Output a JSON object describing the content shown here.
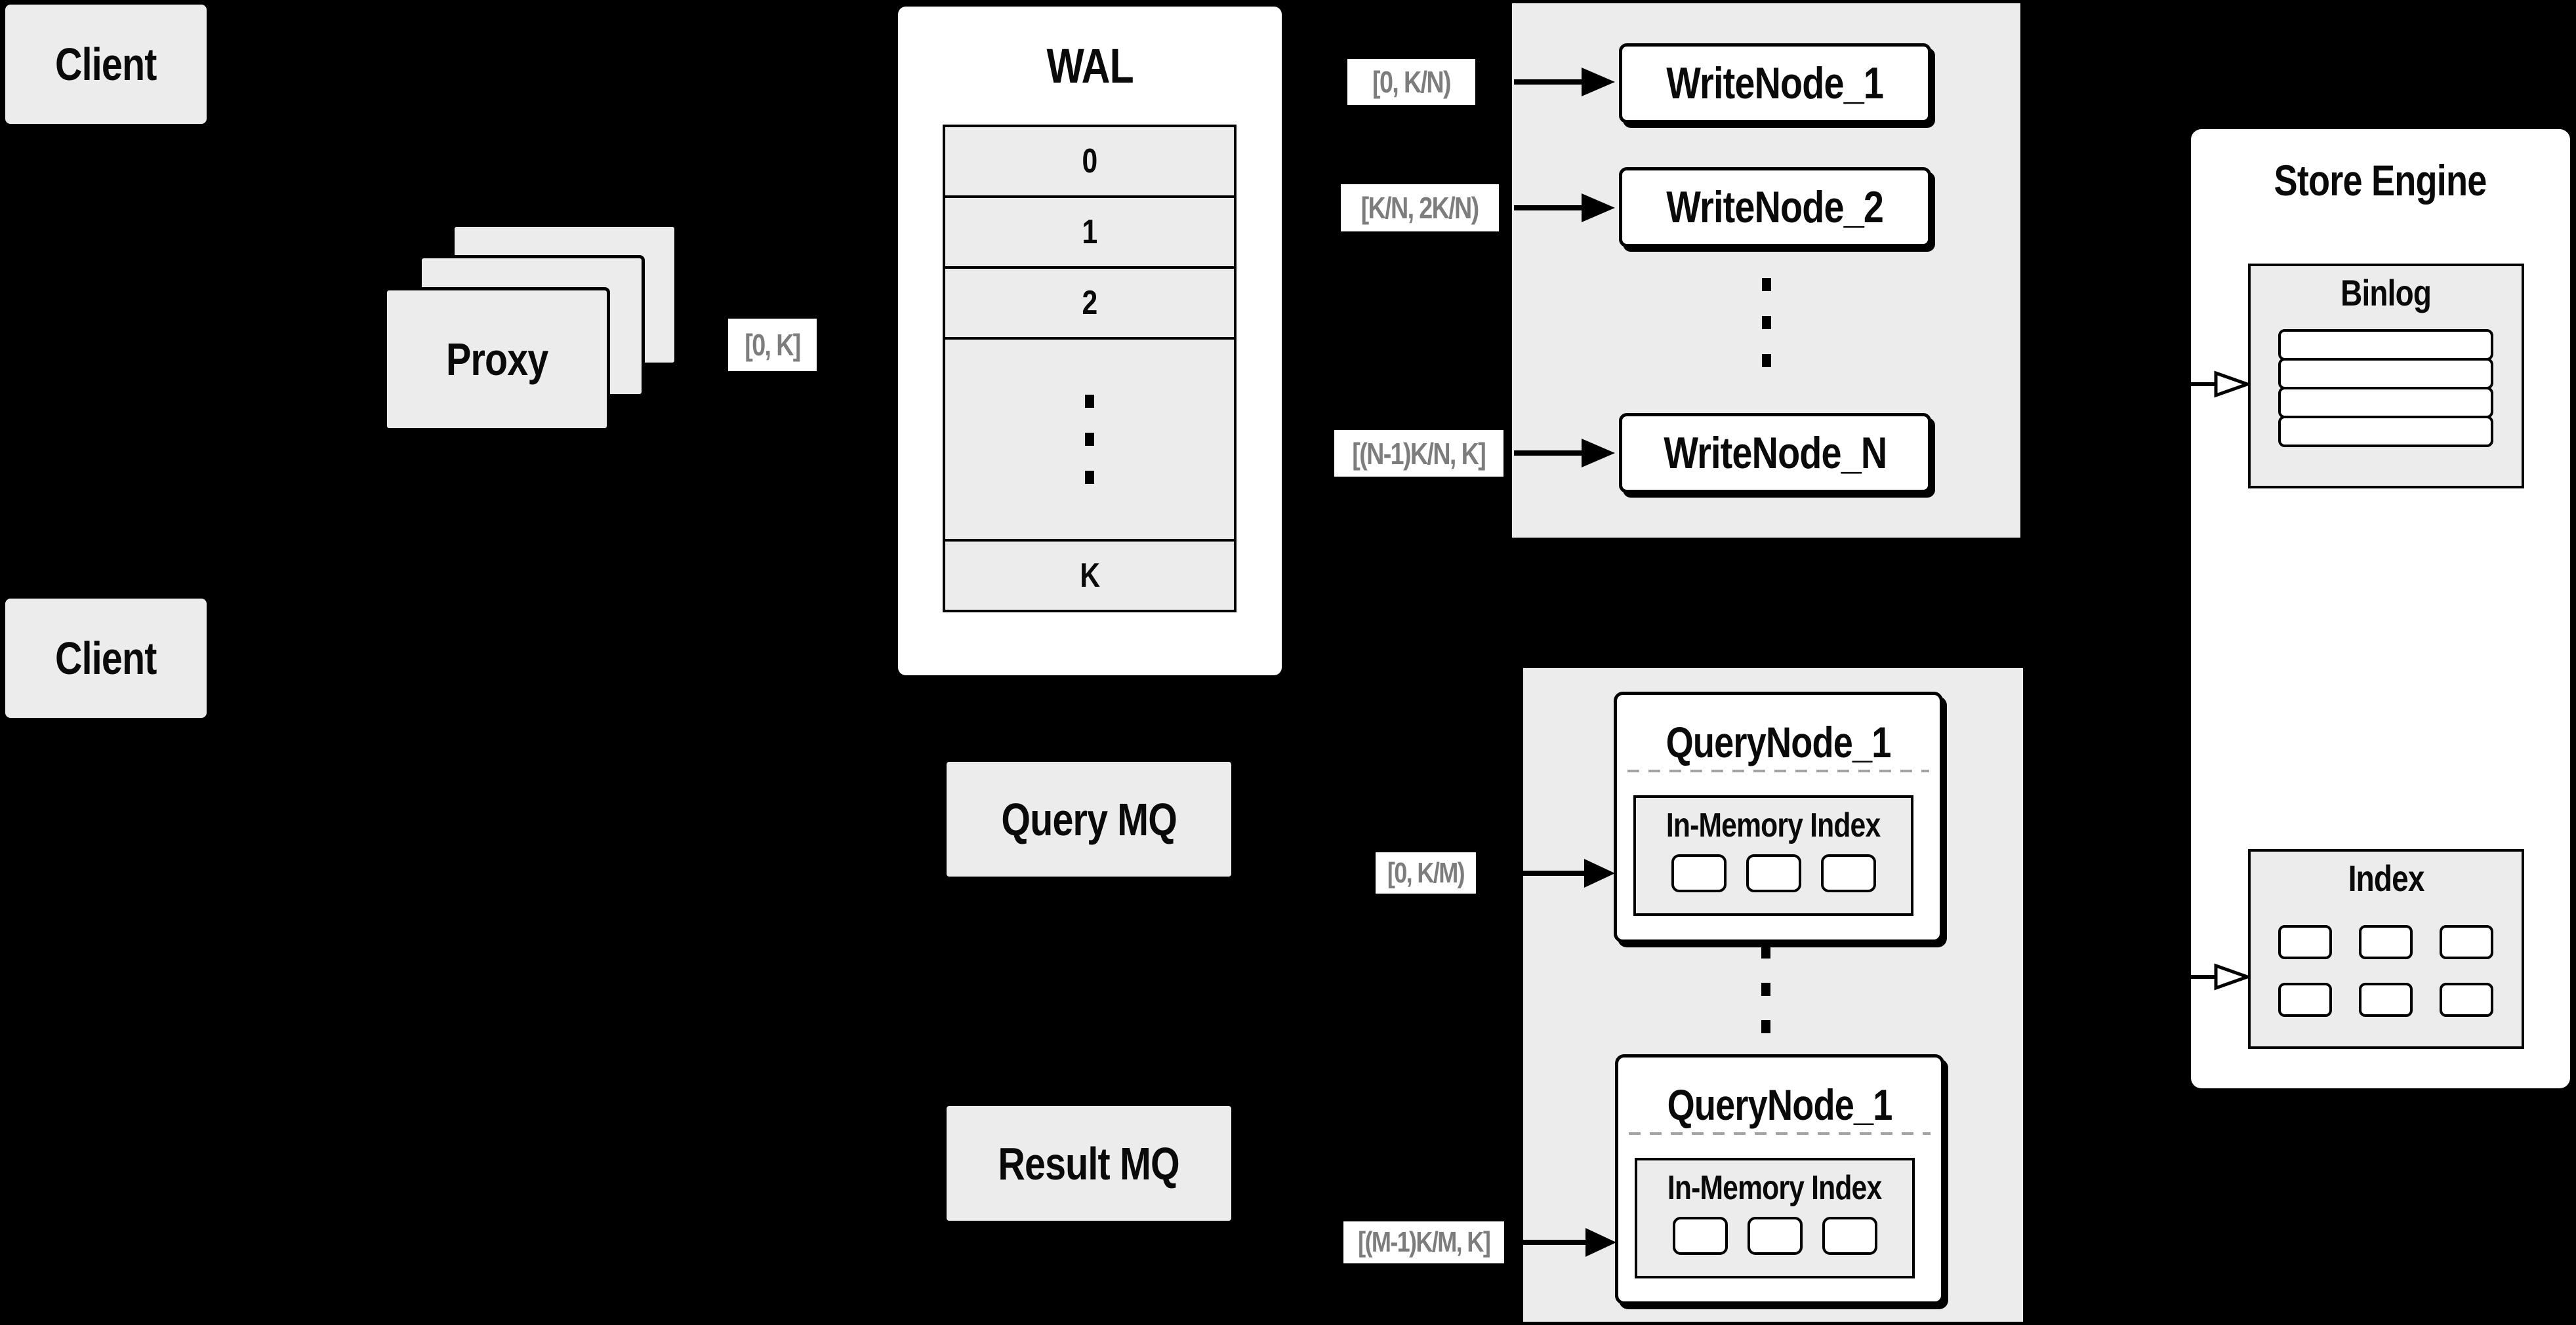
{
  "clients": {
    "top_label": "Client",
    "bottom_label": "Client"
  },
  "proxy": {
    "label": "Proxy",
    "stack_count": 3
  },
  "flow_labels": {
    "proxy_out": "[0, K]",
    "write_node_1": "[0, K/N)",
    "write_node_2": "[K/N, 2K/N)",
    "write_node_n": "[(N-1)K/N, K]",
    "query_node_1": "[0, K/M)",
    "query_node_m": "[(M-1)K/M, K]"
  },
  "wal": {
    "title": "WAL",
    "segments": [
      "0",
      "1",
      "2",
      "K"
    ]
  },
  "write_nodes": {
    "node_1": "WriteNode_1",
    "node_2": "WriteNode_2",
    "node_n": "WriteNode_N"
  },
  "message_queues": {
    "query": "Query MQ",
    "result": "Result MQ"
  },
  "query_nodes": {
    "top": {
      "title": "QueryNode_1",
      "memory_label": "In-Memory Index",
      "cell_count": 3
    },
    "bottom": {
      "title": "QueryNode_1",
      "memory_label": "In-Memory Index",
      "cell_count": 3
    }
  },
  "store_engine": {
    "title": "Store Engine",
    "binlog": {
      "title": "Binlog",
      "row_count": 4
    },
    "index": {
      "title": "Index",
      "cell_count": 6
    }
  },
  "colors": {
    "background": "#000000",
    "panel_gray": "#ececec",
    "box_white": "#ffffff",
    "stroke": "#000000",
    "label_text": "#7d7d7d",
    "dash_gray": "#a3a3a3"
  }
}
